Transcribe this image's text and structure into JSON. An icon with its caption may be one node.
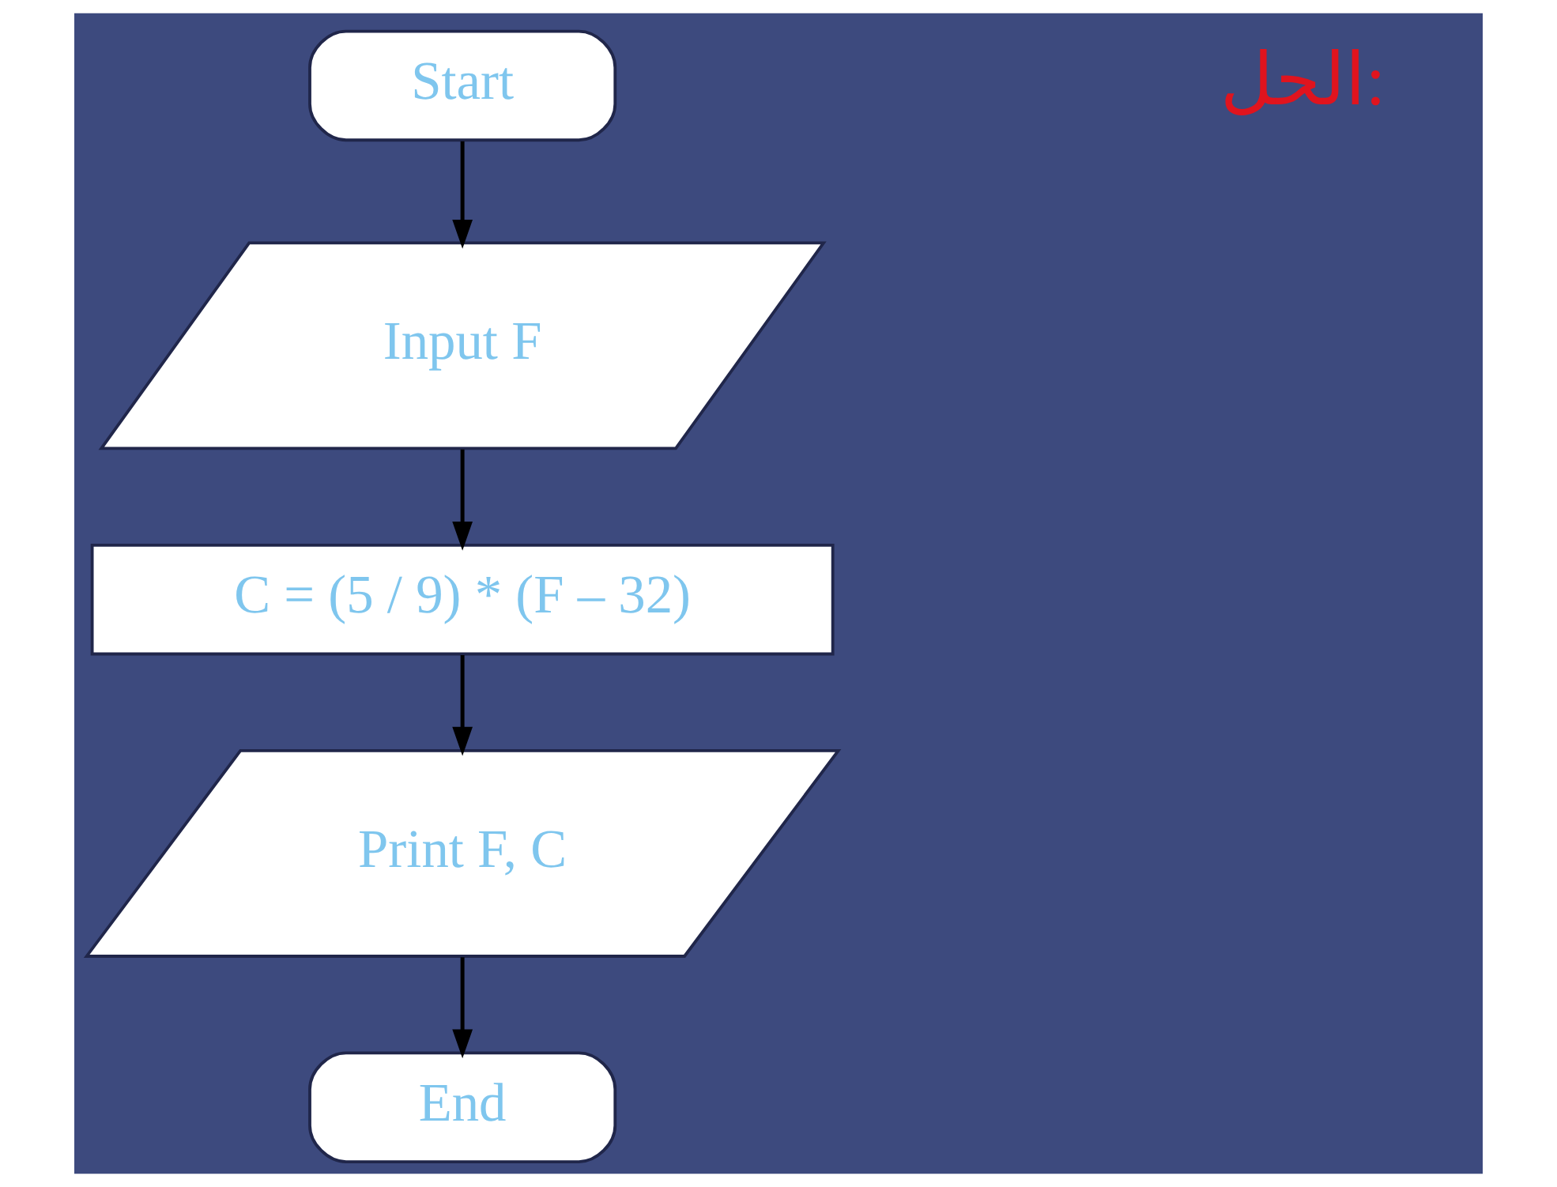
{
  "diagram": {
    "nodes": [
      {
        "text": [
          "Start"
        ]
      },
      {
        "text": [
          "Input F"
        ]
      },
      {
        "text": [
          "C = (5 / 9) * (F – 32)"
        ]
      },
      {
        "text": [
          "Print F, C"
        ]
      },
      {
        "text": [
          "End"
        ]
      }
    ],
    "edges": [
      {
        "from": 0,
        "to": 1,
        "arrow": "to"
      },
      {
        "from": 1,
        "to": 2,
        "arrow": "to"
      },
      {
        "from": 2,
        "to": 3,
        "arrow": "to"
      },
      {
        "from": 3,
        "to": 4,
        "arrow": "to"
      }
    ],
    "labels": [
      "الحل:"
    ]
  }
}
